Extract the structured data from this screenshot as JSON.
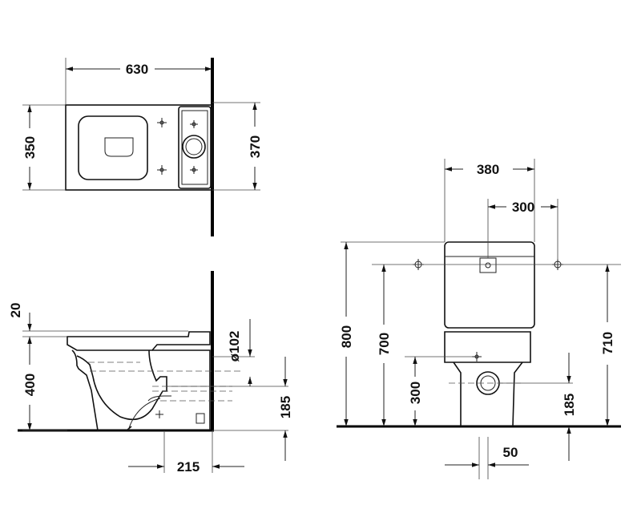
{
  "dimensions": {
    "top_width": "630",
    "top_depth_left": "350",
    "top_depth_right": "370",
    "front_width": "380",
    "front_fixing_spacing": "300",
    "front_height_total": "800",
    "front_fixing_height": "700",
    "front_tank_fixing_height": "710",
    "front_floor_fixing_height": "300",
    "front_outlet_height": "185",
    "front_offset": "50",
    "side_seat_thickness": "20",
    "side_rim_height": "400",
    "side_outlet_diameter": "ø102",
    "side_outlet_height": "185",
    "side_outlet_distance": "215"
  },
  "colors": {
    "line": "#111111",
    "background": "#ffffff"
  }
}
